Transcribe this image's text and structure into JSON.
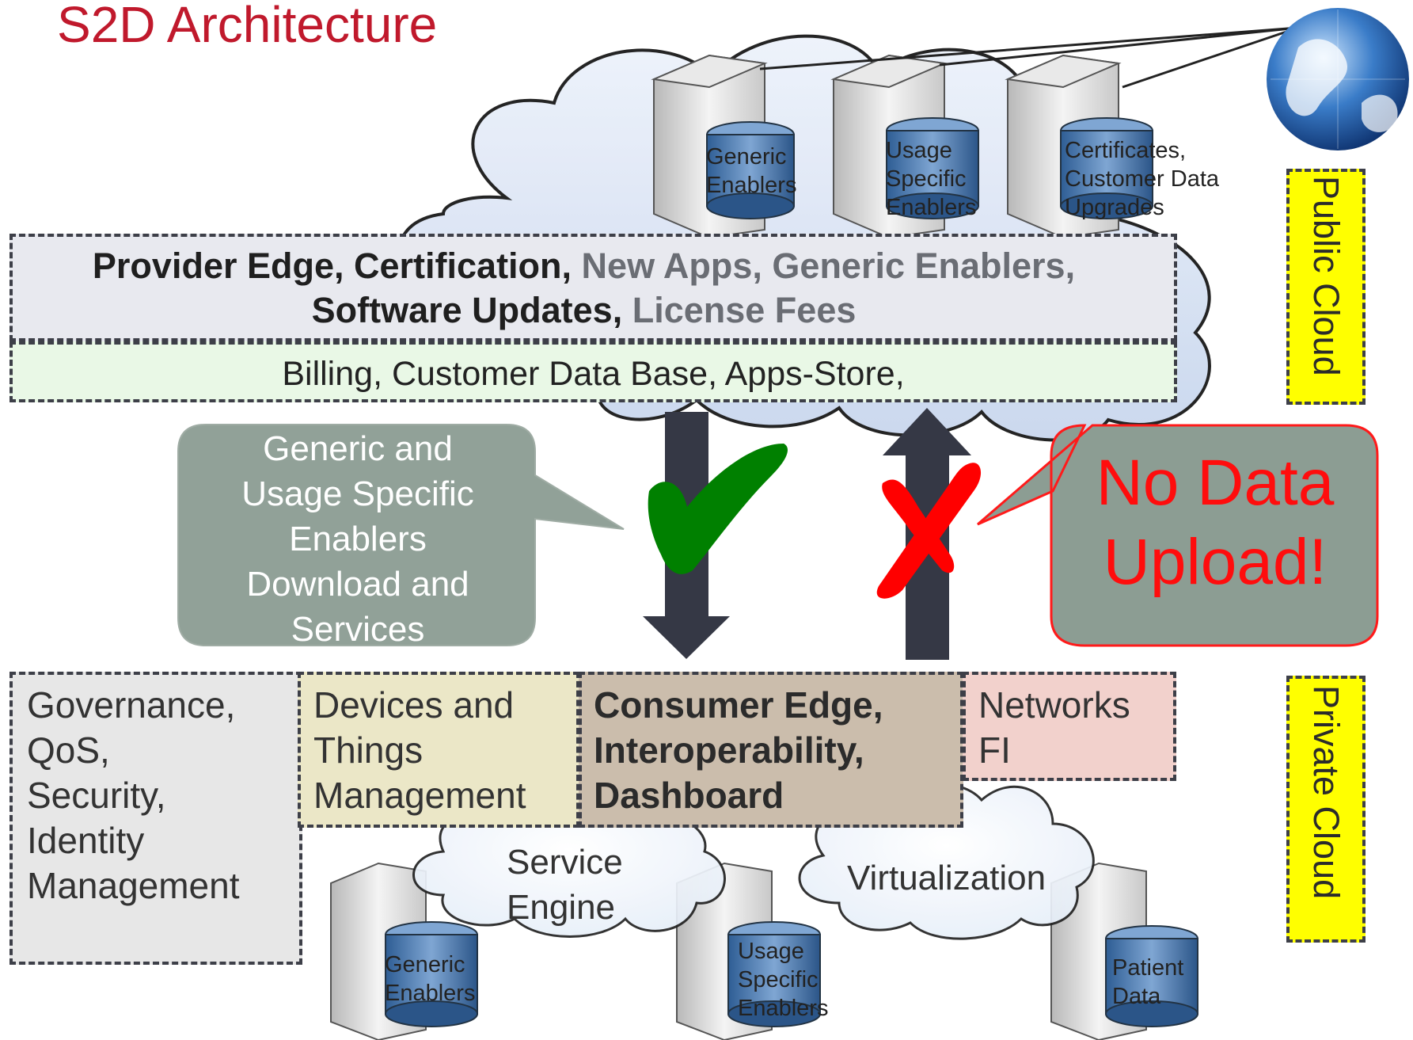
{
  "title": "S2D Architecture",
  "public_cloud": {
    "label": "Public Cloud",
    "servers": [
      {
        "db_line1": "Generic",
        "db_line2": "Enablers"
      },
      {
        "db_line1": "Usage",
        "db_line2": "Specific",
        "db_line3": "Enablers"
      },
      {
        "db_line1": "Certificates,",
        "db_line2": "Customer Data",
        "db_line3": "Upgrades"
      }
    ],
    "provider_line1_dark": "Provider Edge, Certification, ",
    "provider_line1_grey": "New Apps, Generic Enablers,",
    "provider_line2_dark": "Software Updates, ",
    "provider_line2_grey": "License Fees",
    "billing": "Billing, Customer Data Base, Apps-Store,"
  },
  "download_callout": {
    "line1": "Generic and",
    "line2": "Usage Specific",
    "line3": "Enablers",
    "line4": "Download and",
    "line5": "Services",
    "color": "#8c9d93"
  },
  "upload_callout": {
    "line1": "No Data",
    "line2": "Upload!",
    "color": "#ff0d0d"
  },
  "private_cloud": {
    "label": "Private Cloud",
    "governance": [
      "Governance,",
      "QoS,",
      "Security,",
      "Identity",
      "Management"
    ],
    "devices": [
      "Devices and",
      "Things",
      "Management"
    ],
    "consumer": [
      "Consumer Edge,",
      "Interoperability,",
      "Dashboard"
    ],
    "networks": [
      "Networks",
      "FI"
    ],
    "service_engine": [
      "Service",
      "Engine"
    ],
    "virtualization": "Virtualization",
    "servers": [
      {
        "db_line1": "Generic",
        "db_line2": "Enablers"
      },
      {
        "db_line1": "Usage",
        "db_line2": "Specific",
        "db_line3": "Enablers"
      },
      {
        "db_line1": "Patient",
        "db_line2": "Data"
      }
    ]
  },
  "colors": {
    "title": "#c0192c",
    "check": "#008000",
    "cross": "#ff0000",
    "arrow": "#353845",
    "label_bg": "#ffff00"
  }
}
